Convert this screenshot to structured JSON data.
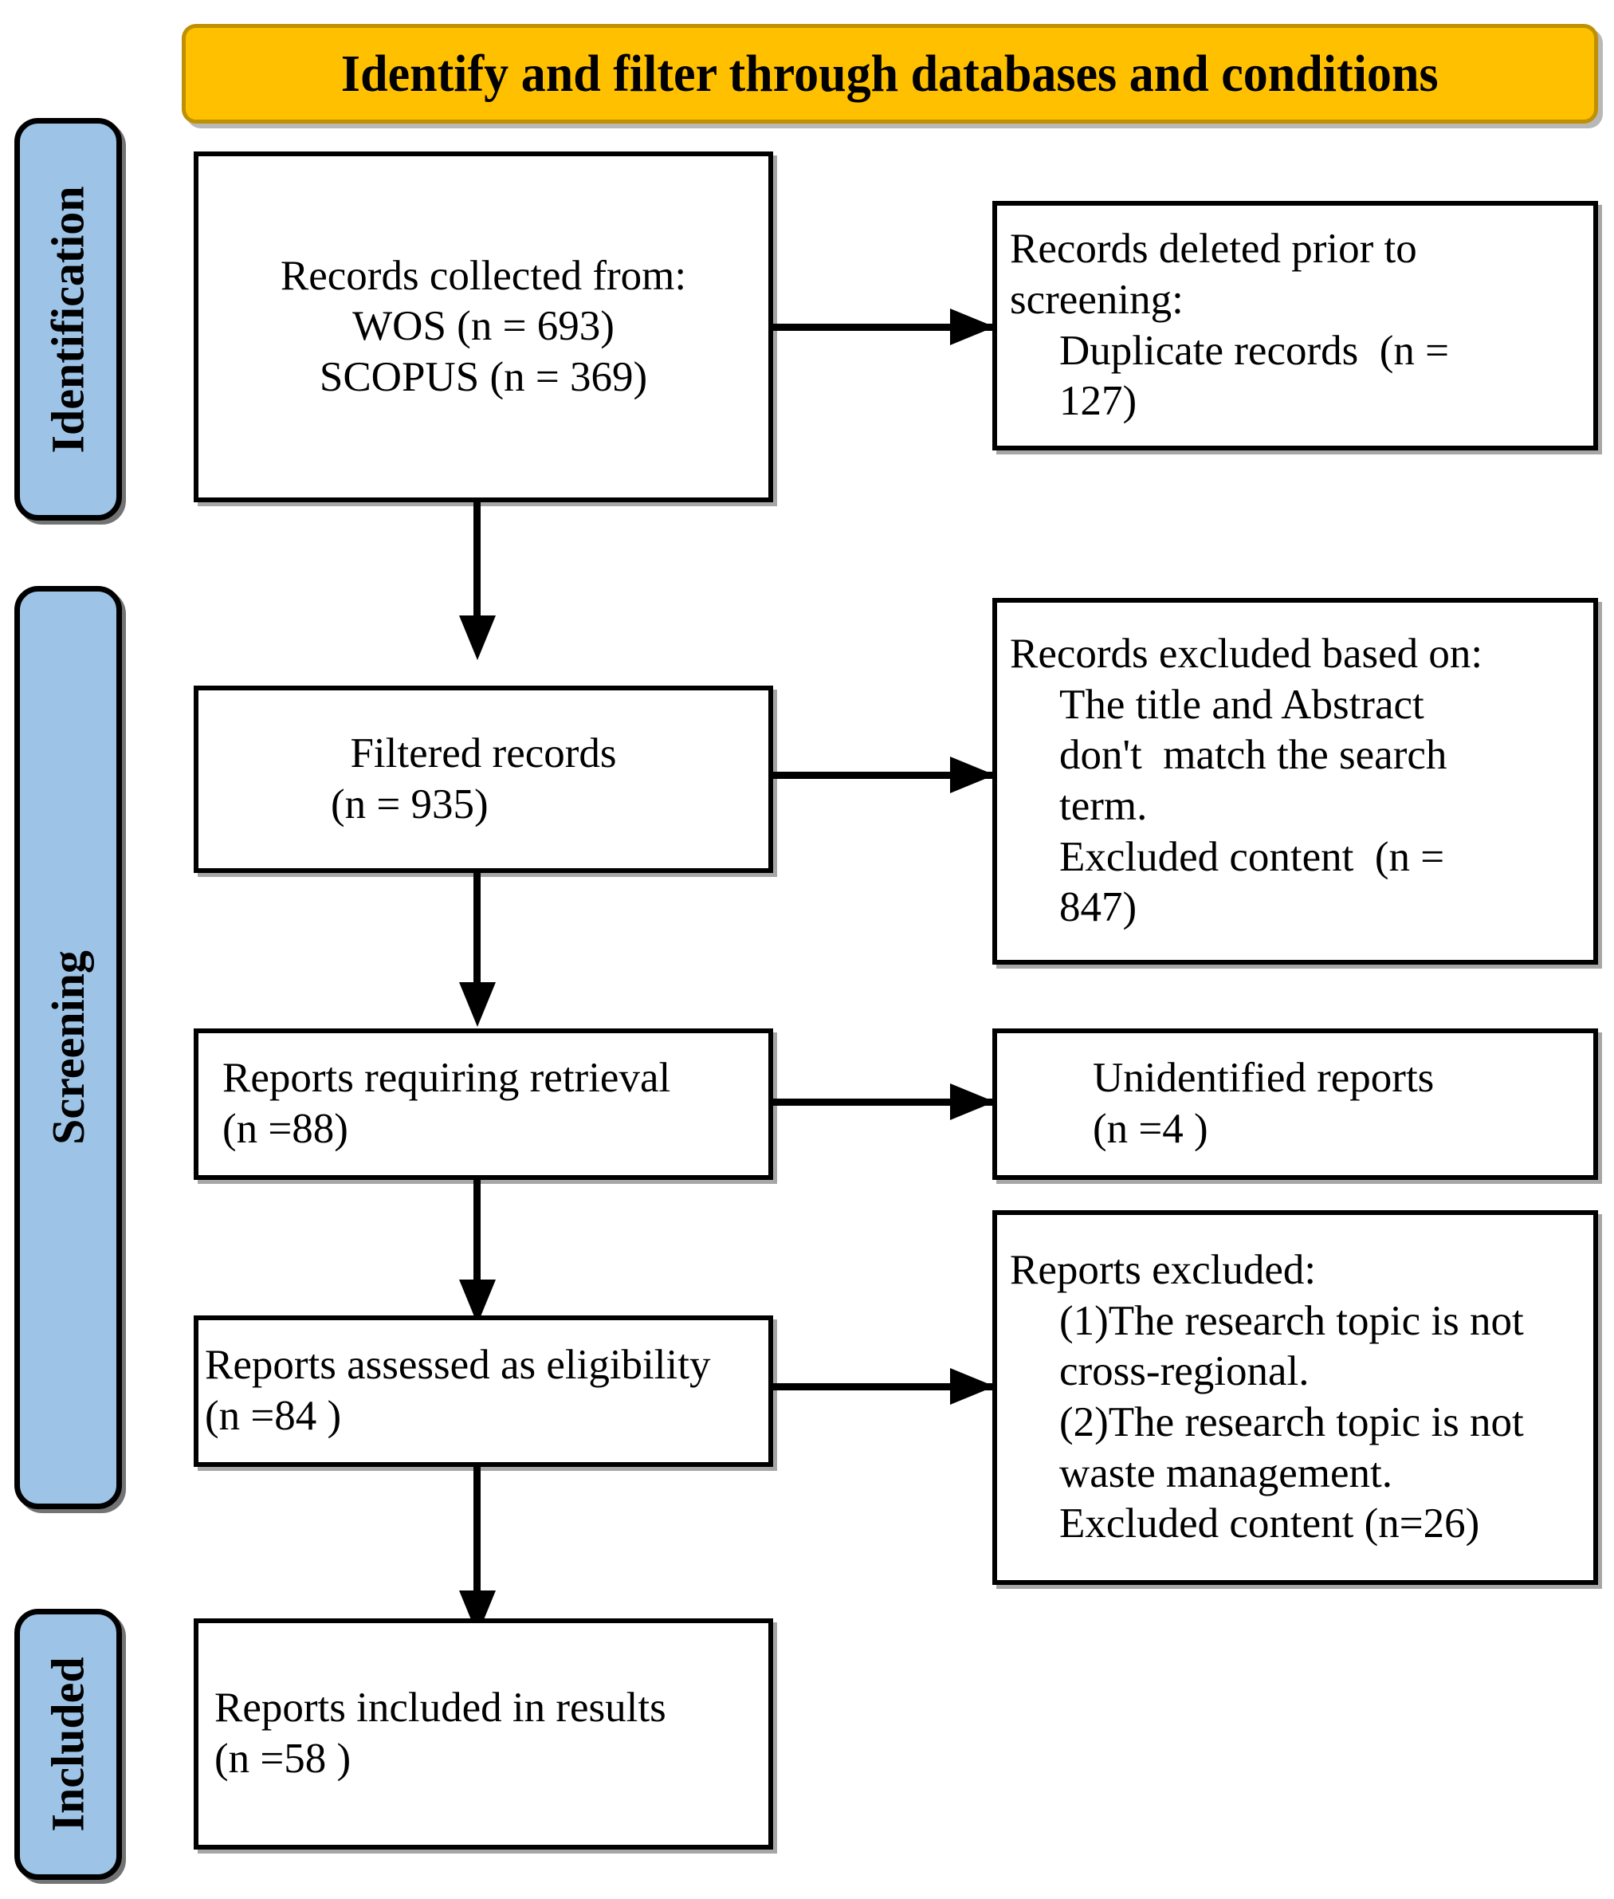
{
  "banner": {
    "title": "Identify and filter through databases and conditions",
    "fill_color": "#FFC000",
    "border_color": "#BF9000"
  },
  "stages": [
    {
      "id": "identification",
      "label": "Identification",
      "fill_color": "#9DC3E6"
    },
    {
      "id": "screening",
      "label": "Screening",
      "fill_color": "#9DC3E6"
    },
    {
      "id": "included",
      "label": "Included",
      "fill_color": "#9DC3E6"
    }
  ],
  "nodes": {
    "records_collected": {
      "lines": [
        "Records collected from:",
        "WOS (n = 693)",
        "SCOPUS (n = 369)"
      ]
    },
    "records_deleted": {
      "lines": [
        "Records deleted prior to",
        "screening:",
        "Duplicate records  (n =",
        "127)"
      ]
    },
    "filtered_records": {
      "lines": [
        "Filtered records",
        "(n = 935)"
      ]
    },
    "records_excluded": {
      "lines": [
        "Records excluded based on:",
        "The title and Abstract",
        "don't  match the search",
        "term.",
        "Excluded content  (n =",
        "847)"
      ]
    },
    "reports_retrieval": {
      "lines": [
        "Reports requiring retrieval",
        "(n =88)"
      ]
    },
    "unidentified_reports": {
      "lines": [
        "Unidentified reports",
        "(n =4 )"
      ]
    },
    "reports_eligibility": {
      "lines": [
        "Reports assessed as eligibility",
        "(n =84 )"
      ]
    },
    "reports_excluded": {
      "lines": [
        "Reports excluded:",
        "(1)The research topic is not",
        "cross-regional.",
        "(2)The research topic is not",
        "waste management.",
        "Excluded content (n=26)"
      ]
    },
    "reports_included": {
      "lines": [
        "Reports included in results",
        "(n =58 )"
      ]
    }
  },
  "chart_data": {
    "type": "diagram",
    "title": "Identify and filter through databases and conditions",
    "diagram_kind": "PRISMA flow diagram",
    "stages": [
      "Identification",
      "Screening",
      "Included"
    ],
    "counts": {
      "WOS": 693,
      "SCOPUS": 369,
      "duplicate_records_removed": 127,
      "filtered_records": 935,
      "records_excluded_content": 847,
      "reports_requiring_retrieval": 88,
      "unidentified_reports": 4,
      "reports_assessed_eligibility": 84,
      "reports_excluded_content": 26,
      "reports_included_in_results": 58
    }
  }
}
